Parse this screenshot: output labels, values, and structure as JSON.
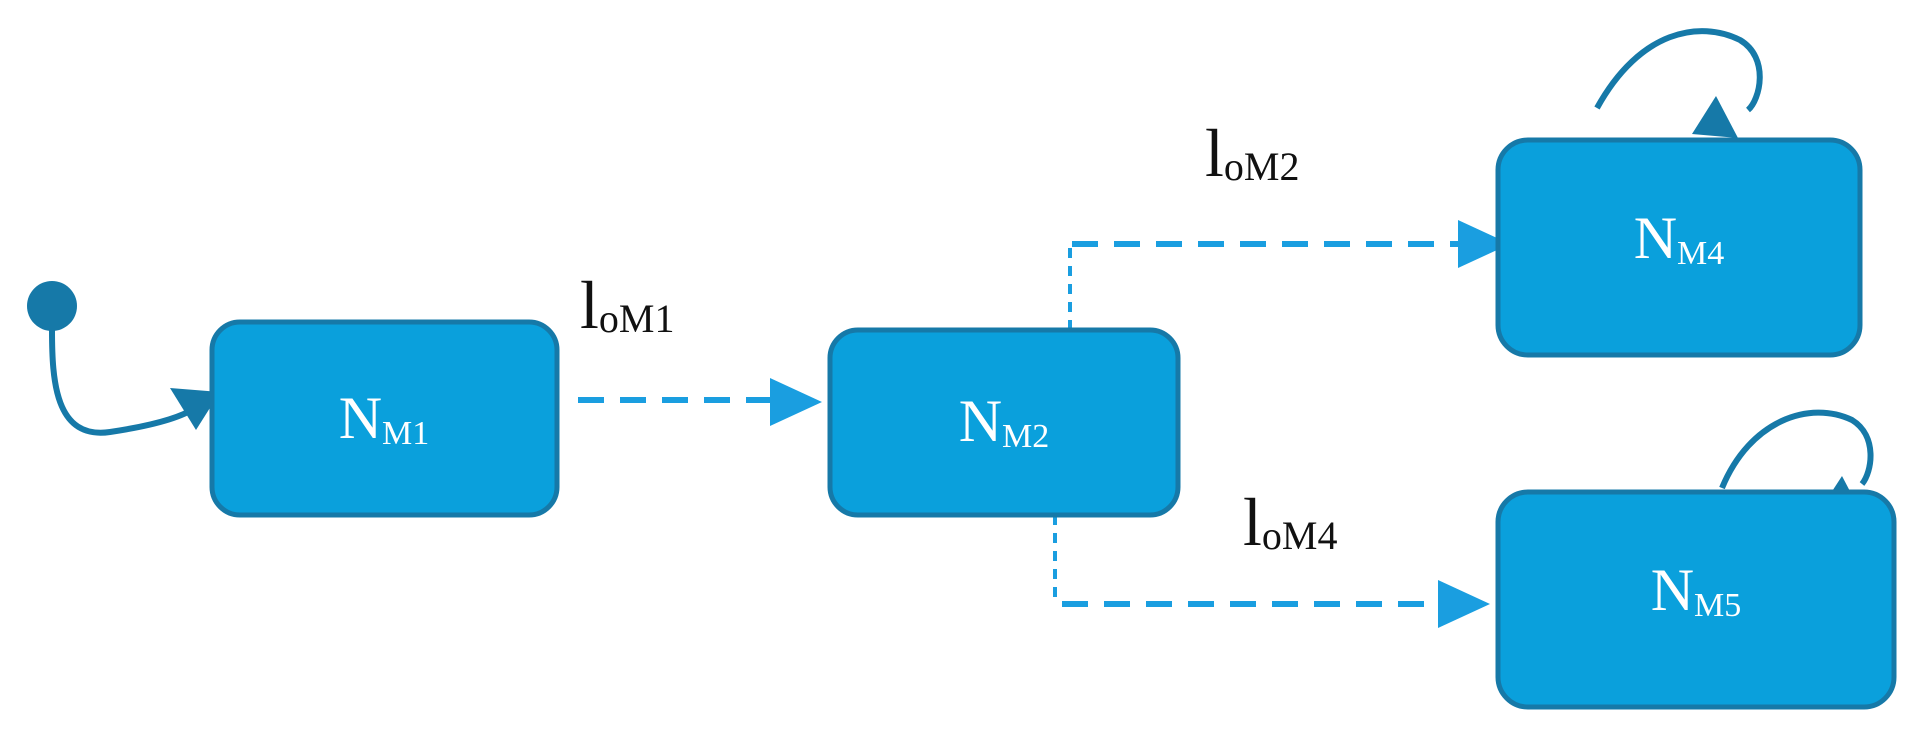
{
  "nodes": [
    {
      "id": "m1",
      "main": "N",
      "sub": "M1"
    },
    {
      "id": "m2",
      "main": "N",
      "sub": "M2"
    },
    {
      "id": "m4",
      "main": "N",
      "sub": "M4"
    },
    {
      "id": "m5",
      "main": "N",
      "sub": "M5"
    }
  ],
  "edges": [
    {
      "id": "m1-m2",
      "label_main": "l",
      "label_sub": "oM1"
    },
    {
      "id": "m2-m4",
      "label_main": "l",
      "label_sub": "oM2"
    },
    {
      "id": "m2-m5",
      "label_main": "l",
      "label_sub": "oM4"
    }
  ],
  "colors": {
    "node_fill": "#0aa0dc",
    "node_border": "#1679a8",
    "edge": "#1a9ee0",
    "text": "#ffffff",
    "label": "#111111"
  }
}
